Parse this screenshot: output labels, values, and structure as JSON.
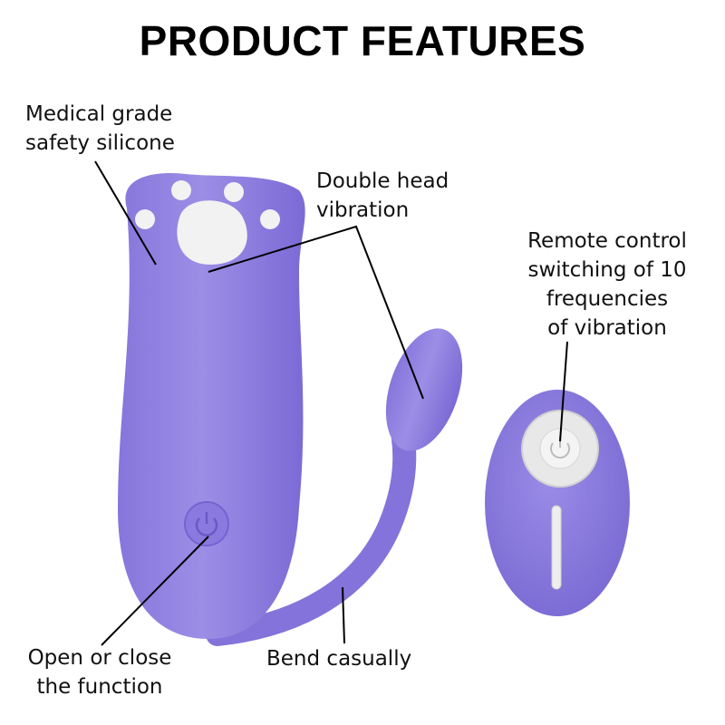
{
  "title": "PRODUCT FEATURES",
  "colors": {
    "product": "#8d7de0",
    "product_shade": "#7a69d4",
    "accent_white": "#f2f2f2"
  },
  "features": [
    {
      "lines": [
        "Medical grade",
        "safety silicone"
      ]
    },
    {
      "lines": [
        "Double head",
        "vibration"
      ]
    },
    {
      "lines": [
        "Remote control",
        "switching of 10",
        "frequencies",
        "of vibration"
      ]
    },
    {
      "lines": [
        "Open or close",
        "the function"
      ]
    },
    {
      "lines": [
        "Bend casually"
      ]
    }
  ],
  "icons": [
    "power-button-icon",
    "paw-print-icon",
    "remote-dial-icon"
  ]
}
